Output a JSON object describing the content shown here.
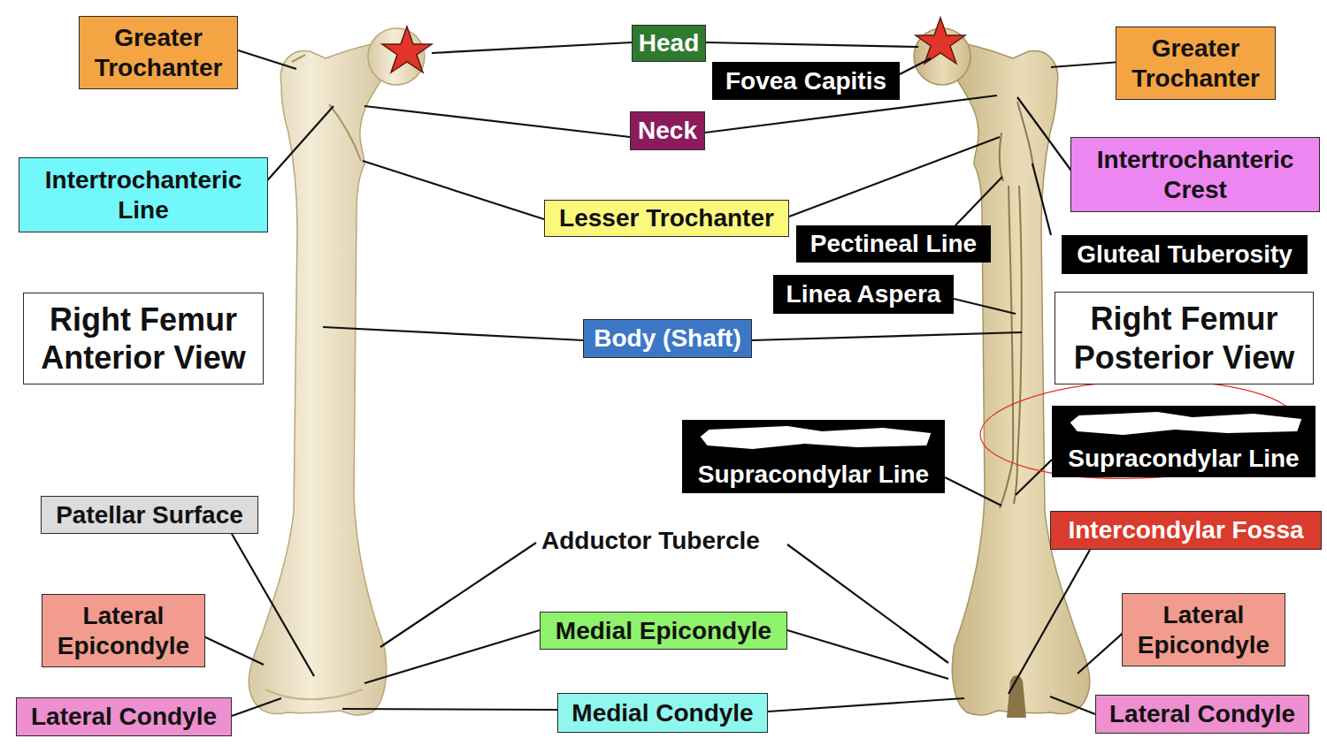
{
  "diagram": {
    "nodes": [
      {
        "text": [
          "Greater Trochanter"
        ]
      },
      {
        "text": [
          "Head"
        ]
      },
      {
        "text": [
          "Greater Trochanter"
        ]
      },
      {
        "text": [
          "Fovea Capitis"
        ]
      },
      {
        "text": [
          "Neck"
        ]
      },
      {
        "text": [
          "Intertrochanteric Line"
        ]
      },
      {
        "text": [
          "Intertrochanteric Crest"
        ]
      },
      {
        "text": [
          "Lesser Trochanter"
        ]
      },
      {
        "text": [
          "Pectineal Line"
        ]
      },
      {
        "text": [
          "Gluteal Tuberosity"
        ]
      },
      {
        "text": [
          "Linea Aspera"
        ]
      },
      {
        "text": [
          "Right Femur Anterior View"
        ]
      },
      {
        "text": [
          "Body (Shaft)"
        ]
      },
      {
        "text": [
          "Right Femur Posterior View"
        ]
      },
      {
        "text": [
          "Supracondylar Line"
        ]
      },
      {
        "text": [
          "Supracondylar Line"
        ]
      },
      {
        "text": [
          "Intercondylar Fossa"
        ]
      },
      {
        "text": [
          "Patellar Surface"
        ]
      },
      {
        "text": [
          "Lateral Epicondyle"
        ]
      },
      {
        "text": [
          "Medial Epicondyle"
        ]
      },
      {
        "text": [
          "Lateral Epicondyle"
        ]
      },
      {
        "text": [
          "Lateral Condyle"
        ]
      },
      {
        "text": [
          "Medial Condyle"
        ]
      },
      {
        "text": [
          "Lateral Condyle"
        ]
      }
    ],
    "labels": [
      "Adductor Tubercle"
    ]
  }
}
